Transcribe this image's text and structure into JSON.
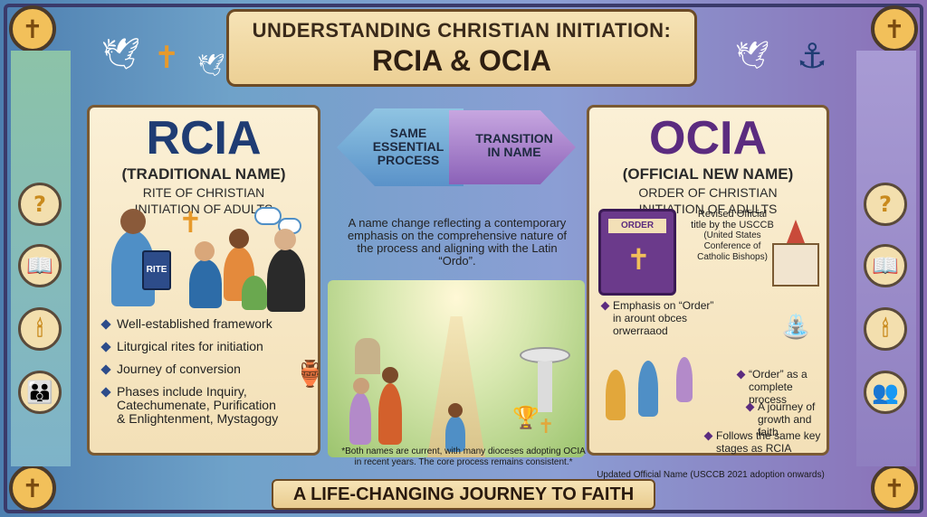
{
  "header": {
    "title_line1": "UNDERSTANDING CHRISTIAN INITIATION:",
    "title_line2": "RCIA & OCIA"
  },
  "rcia": {
    "title": "RCIA",
    "subtitle": "(TRADITIONAL NAME)",
    "full_name_line1": "RITE OF CHRISTIAN",
    "full_name_line2": "INITIATION OF ADULTS",
    "book_label": "RITE",
    "bullets": [
      "Well-established framework",
      "Liturgical rites for initiation",
      "Journey of conversion",
      "Phases include Inquiry, Catechumenate, Purification & Enlightenment, Mystagogy"
    ]
  },
  "center": {
    "left_arrow_line1": "SAME",
    "left_arrow_line2": "ESSENTIAL",
    "left_arrow_line3": "PROCESS",
    "right_arrow_line1": "TRANSITION",
    "right_arrow_line2": "IN NAME",
    "description": "A name change reflecting a contemporary emphasis on the comprehensive nature of the process and aligning with the Latin “Ordo”.",
    "note": "*Both names are current, with many dioceses adopting OCIA in recent years. The core process remains consistent.*"
  },
  "ocia": {
    "title": "OCIA",
    "subtitle": "(OFFICIAL NEW NAME)",
    "full_name_line1": "ORDER OF CHRISTIAN",
    "full_name_line2": "INITIATION OF ADULTS",
    "book_label": "ORDER",
    "revised_line1": "Revised Official",
    "revised_line2": "title by the USCCB",
    "revised_detail": "(United States Conference of Catholic Bishops)",
    "bullets": [
      "Emphasis on “Order” in arount obces orwerraaod",
      "“Order” as a complete process",
      "A journey of growth and faith",
      "Follows the same key stages as RCIA"
    ],
    "note": "Updated Official Name (USCCB 2021 adoption onwards)"
  },
  "footer": {
    "text": "A LIFE-CHANGING JOURNEY TO FAITH"
  },
  "colors": {
    "rcia_title": "#1f3c73",
    "ocia_title": "#5b2b7f",
    "parchment": "#fbf0d6",
    "border_brown": "#6b4a25"
  }
}
